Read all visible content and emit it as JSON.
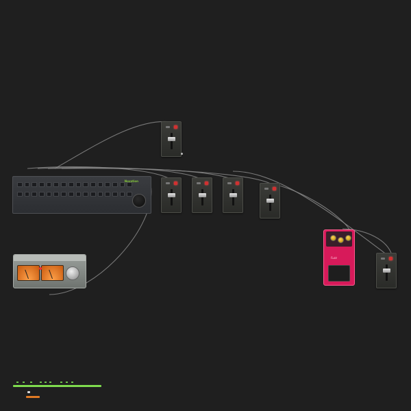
{
  "canvas": {
    "background": "#1f1f1f",
    "wire_color": "#8a8a8a"
  },
  "controller": {
    "logo": "Novation",
    "label": "",
    "pad_count": 32
  },
  "faders": [
    {
      "id": "top",
      "label": "",
      "led_color": "#d23030"
    },
    {
      "id": "f1",
      "label": "",
      "led_color": "#d23030"
    },
    {
      "id": "f2",
      "label": "",
      "led_color": "#d23030"
    },
    {
      "id": "f3",
      "label": "",
      "led_color": "#d23030"
    },
    {
      "id": "f4",
      "label": "",
      "led_color": "#d23030"
    },
    {
      "id": "f5",
      "label": "",
      "led_color": "#d23030"
    }
  ],
  "vu_meter": {
    "label": "",
    "meter_color": "#ff9a3a"
  },
  "pedal": {
    "brand": "Fuzz",
    "body_color": "#d71a5a"
  },
  "status_strip": {
    "bar_color": "#6dc04a",
    "accent_color": "#e07a24"
  }
}
